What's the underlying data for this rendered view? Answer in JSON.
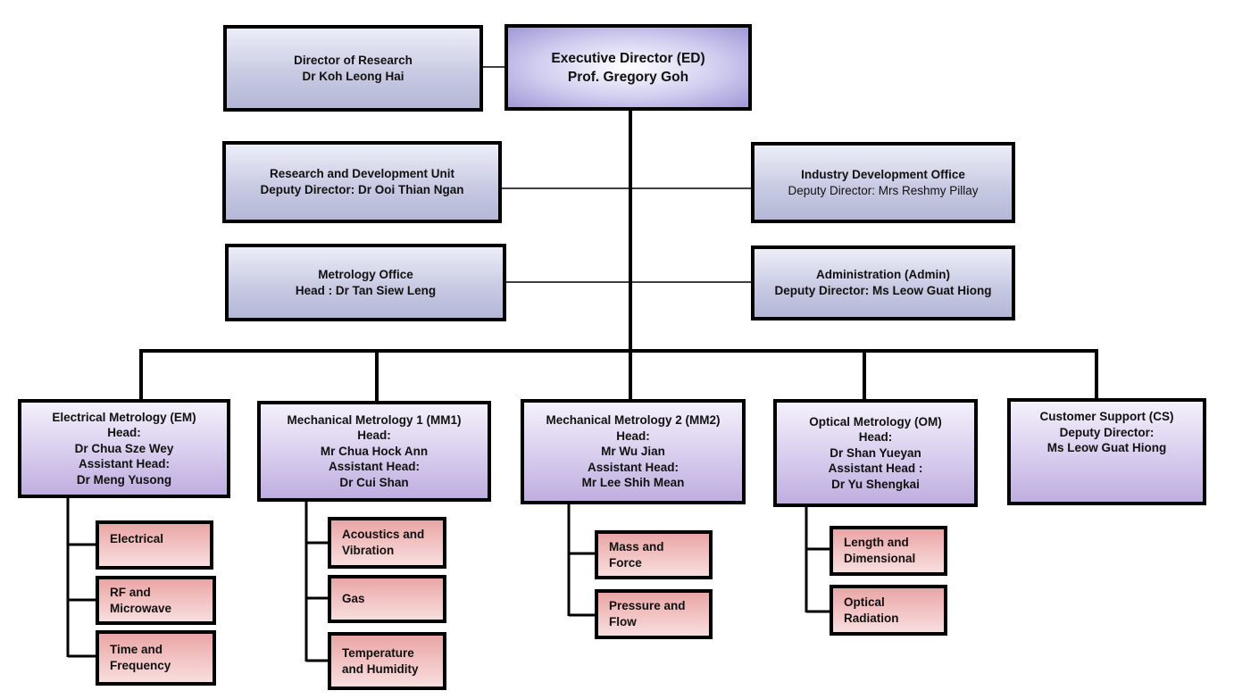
{
  "executive": {
    "title": "Executive Director (ED)",
    "name": "Prof. Gregory Goh"
  },
  "research_director": {
    "title": "Director of Research",
    "name": "Dr Koh Leong Hai"
  },
  "rd_unit": {
    "title": "Research and Development Unit",
    "subtitle": "Deputy Director: Dr Ooi Thian Ngan"
  },
  "industry_office": {
    "title": "Industry Development Office",
    "subtitle": "Deputy Director: Mrs Reshmy Pillay"
  },
  "metrology_office": {
    "title": "Metrology Office",
    "subtitle": "Head : Dr Tan Siew Leng"
  },
  "administration": {
    "title": "Administration (Admin)",
    "subtitle": "Deputy Director: Ms Leow Guat Hiong"
  },
  "departments": {
    "em": {
      "lines": [
        "Electrical Metrology  (EM)",
        "Head:",
        "Dr Chua Sze Wey",
        "Assistant Head:",
        "Dr Meng Yusong"
      ],
      "units": [
        {
          "lines": [
            "Electrical"
          ]
        },
        {
          "lines": [
            "RF and",
            "Microwave"
          ]
        },
        {
          "lines": [
            "Time and",
            "Frequency"
          ]
        }
      ]
    },
    "mm1": {
      "lines": [
        "Mechanical Metrology 1 (MM1)",
        "Head:",
        "Mr Chua Hock Ann",
        "Assistant Head:",
        "Dr Cui Shan"
      ],
      "units": [
        {
          "lines": [
            "Acoustics and",
            "Vibration"
          ]
        },
        {
          "lines": [
            "Gas"
          ]
        },
        {
          "lines": [
            "Temperature",
            "and Humidity"
          ]
        }
      ]
    },
    "mm2": {
      "lines": [
        "Mechanical Metrology 2  (MM2)",
        "Head:",
        "Mr Wu Jian",
        "Assistant Head:",
        "Mr Lee Shih Mean"
      ],
      "units": [
        {
          "lines": [
            "Mass and",
            "Force"
          ]
        },
        {
          "lines": [
            "Pressure and",
            "Flow"
          ]
        }
      ]
    },
    "om": {
      "lines": [
        "Optical Metrology (OM)",
        "Head:",
        "Dr Shan Yueyan",
        "Assistant Head :",
        "Dr Yu Shengkai"
      ],
      "units": [
        {
          "lines": [
            "Length and",
            "Dimensional"
          ]
        },
        {
          "lines": [
            "Optical",
            "Radiation"
          ]
        }
      ]
    },
    "cs": {
      "lines": [
        "Customer Support (CS)",
        "Deputy Director:",
        "Ms Leow Guat Hiong"
      ]
    }
  }
}
